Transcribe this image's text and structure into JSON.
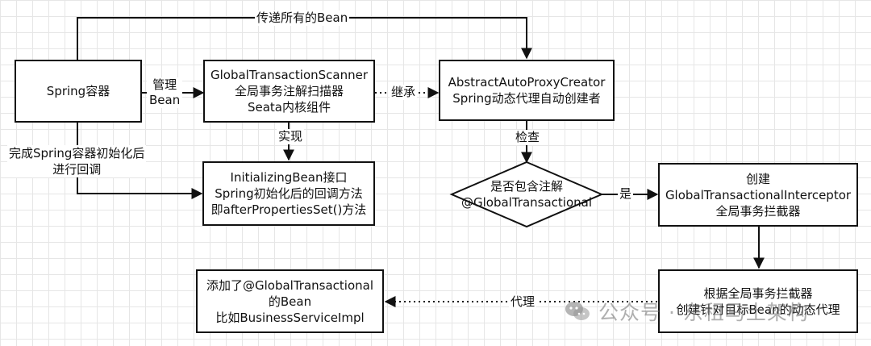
{
  "nodes": {
    "spring_container": {
      "lines": [
        "Spring容器"
      ]
    },
    "scanner": {
      "lines": [
        "GlobalTransactionScanner",
        "全局事务注解扫描器",
        "Seata内核组件"
      ]
    },
    "proxy_creator": {
      "lines": [
        "AbstractAutoProxyCreator",
        "Spring动态代理自动创建者"
      ]
    },
    "initializing_bean": {
      "lines": [
        "InitializingBean接口",
        "Spring初始化后的回调方法",
        "即afterPropertiesSet()方法"
      ]
    },
    "decision": {
      "lines": [
        "是否包含注解",
        "@GlobalTransactional"
      ]
    },
    "interceptor": {
      "lines": [
        "创建",
        "GlobalTransactionalInterceptor",
        "全局事务拦截器"
      ]
    },
    "proxy_create": {
      "lines": [
        "根据全局事务拦截器",
        "创建针对目标Bean的动态代理"
      ]
    },
    "annotated_bean": {
      "lines": [
        "添加了@GlobalTransactional",
        "的Bean",
        "比如BusinessServiceImpl"
      ]
    }
  },
  "edges": {
    "pass_all_beans": "传递所有的Bean",
    "manage_bean_1": "管理",
    "manage_bean_2": "Bean",
    "inherit": "继承",
    "implement": "实现",
    "callback_1": "完成Spring容器初始化后",
    "callback_2": "进行回调",
    "check": "检查",
    "yes": "是",
    "proxy": "代理"
  },
  "watermark": {
    "icon": "wechat-official-account-icon",
    "text": "公众号 · 东租马土架构"
  },
  "colors": {
    "stroke": "#111111",
    "grid": "#e6e6e6",
    "background": "#ffffff"
  }
}
